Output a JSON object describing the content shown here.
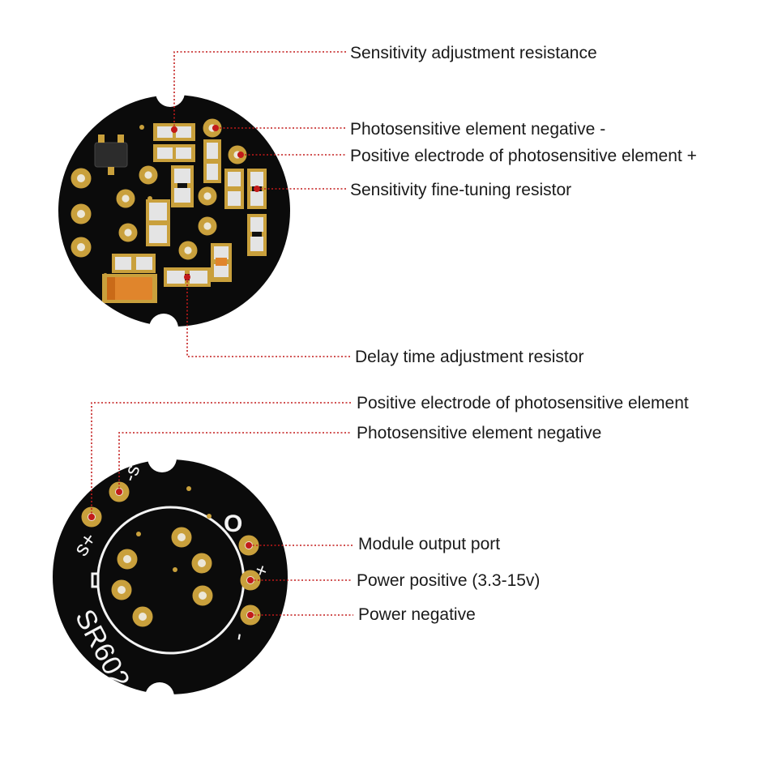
{
  "colors": {
    "board": "#0b0b0b",
    "pad": "#c9a03c",
    "pad_hole": "#ece7d8",
    "leader": "#c21a1a",
    "silkscreen": "#f4f4f4",
    "smd_body": "#e4e4e4",
    "capacitor": "#e0852c",
    "label_text": "#1a1a1a"
  },
  "top_board": {
    "callouts": [
      {
        "id": "sensitivity-adjustment",
        "text": "Sensitivity adjustment resistance"
      },
      {
        "id": "photo-negative",
        "text": "Photosensitive element negative -"
      },
      {
        "id": "photo-positive",
        "text": "Positive electrode of photosensitive element +"
      },
      {
        "id": "fine-tuning",
        "text": "Sensitivity fine-tuning resistor"
      },
      {
        "id": "delay-time",
        "text": "Delay time adjustment resistor"
      }
    ]
  },
  "bottom_board": {
    "model": "SR602",
    "silk": {
      "s_plus": "s+",
      "s_minus": "-s",
      "out": "O",
      "plus": "+",
      "minus": "-"
    },
    "callouts": [
      {
        "id": "photo-positive-bottom",
        "text": "Positive electrode of photosensitive element"
      },
      {
        "id": "photo-negative-bottom",
        "text": "Photosensitive element negative"
      },
      {
        "id": "output-port",
        "text": "Module output port"
      },
      {
        "id": "power-positive",
        "text": "Power positive (3.3-15v)"
      },
      {
        "id": "power-negative",
        "text": "Power negative"
      }
    ]
  }
}
